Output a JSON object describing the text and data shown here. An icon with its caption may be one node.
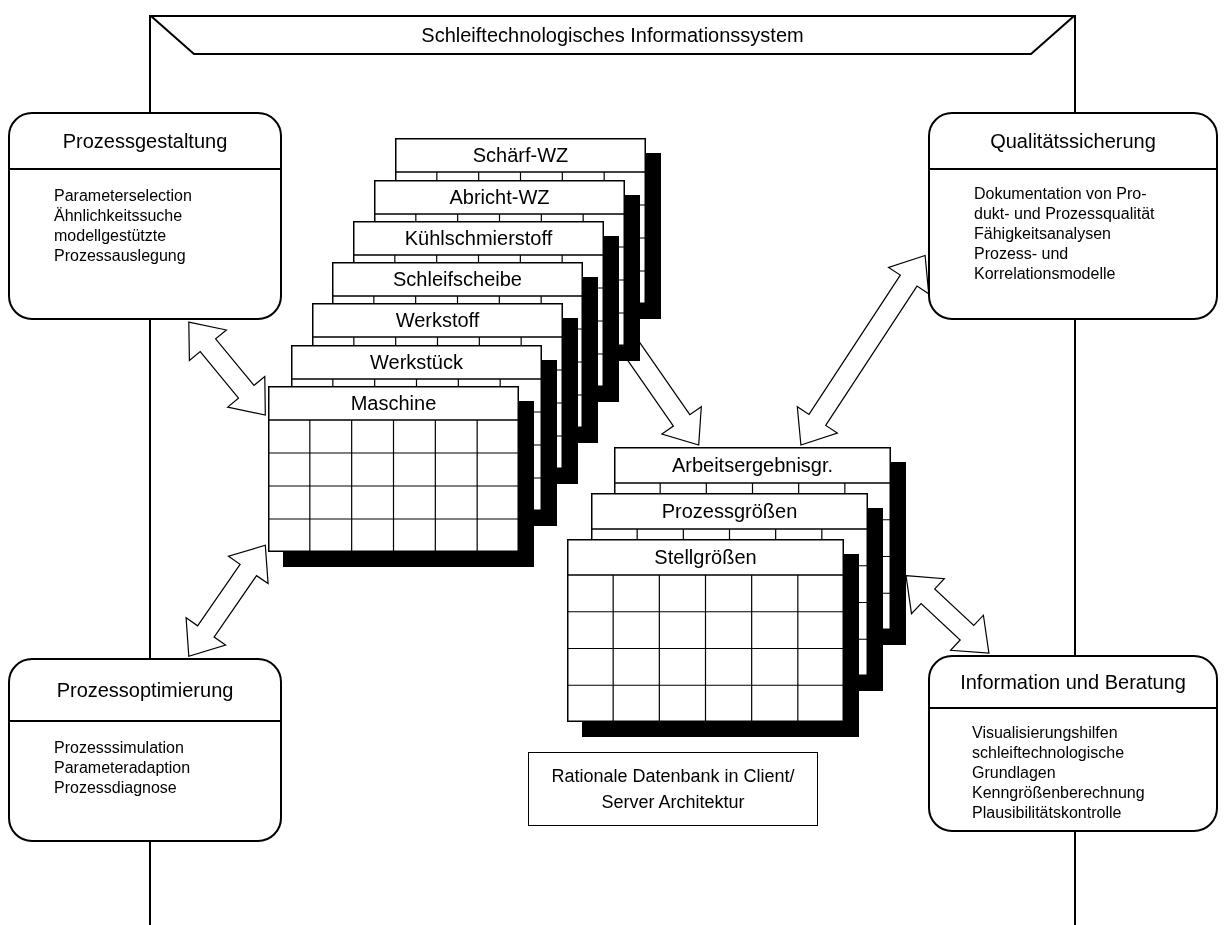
{
  "diagram": {
    "nodes": [
      {
        "text": [
          "Schleiftechnologisches Informationssystem"
        ]
      },
      {
        "text": [
          "Prozessgestaltung",
          "Parameterselection",
          "Ähnlichkeitssuche",
          "modellgestützte Prozessauslegung"
        ]
      },
      {
        "text": [
          "Qualitätssicherung",
          "Dokumentation von Pro- dukt- und Prozessqualität",
          "Fähigkeitsanalysen",
          "Prozess- und Korrelationsmodelle"
        ]
      },
      {
        "text": [
          "Schärf-WZ"
        ]
      },
      {
        "text": [
          "Abricht-WZ"
        ]
      },
      {
        "text": [
          "Kühlschmierstoff"
        ]
      },
      {
        "text": [
          "Schleifscheibe"
        ]
      },
      {
        "text": [
          "Werkstoff"
        ]
      },
      {
        "text": [
          "Werkstück"
        ]
      },
      {
        "text": [
          "Maschine"
        ]
      },
      {
        "text": [
          "Arbeitsergebnisgr."
        ]
      },
      {
        "text": [
          "Prozessgrößen"
        ]
      },
      {
        "text": [
          "Stellgrößen"
        ]
      },
      {
        "text": [
          "Prozessoptimierung",
          "Prozesssimulation",
          "Parameteradaption",
          "Prozessdiagnose"
        ]
      },
      {
        "text": [
          "Information und Beratung",
          "Visualisierungshilfen",
          "schleiftechnologische Grundlagen",
          "Kenngrößenberechnung",
          "Plausibilitätskontrolle"
        ]
      },
      {
        "text": [
          "Rationale Datenbank in Client/ Server Architektur"
        ]
      }
    ],
    "edges": [
      {
        "from": 1,
        "to": 9,
        "arrow": "both"
      },
      {
        "from": 2,
        "to": 10,
        "arrow": "both"
      },
      {
        "from": 6,
        "to": 10,
        "arrow": "both"
      },
      {
        "from": 13,
        "to": 9,
        "arrow": "both"
      },
      {
        "from": 10,
        "to": 14,
        "arrow": "both"
      }
    ]
  }
}
